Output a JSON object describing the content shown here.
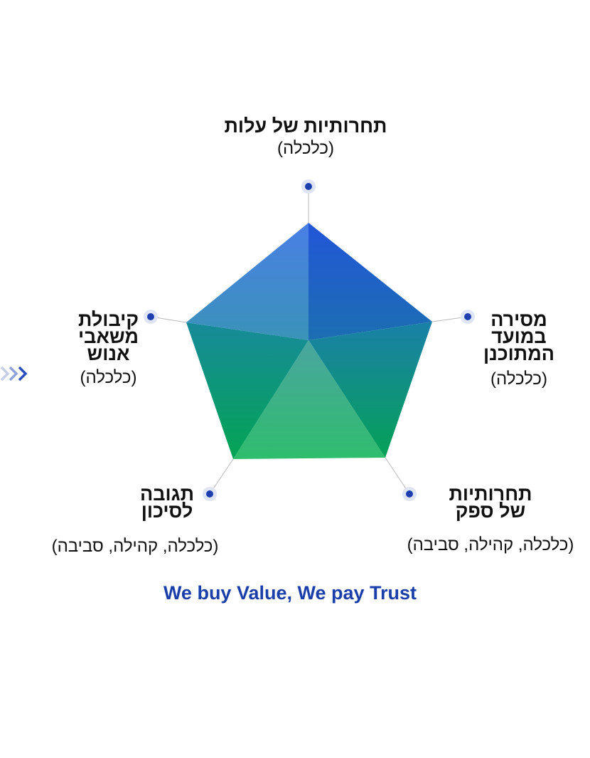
{
  "axes": [
    {
      "id": "cost-competitiveness",
      "title_lines": [
        "תחרותיות של עלות"
      ],
      "sub": "(כלכלה)"
    },
    {
      "id": "on-time-delivery",
      "title_lines": [
        "מסירה",
        "במועד",
        "המתוכנן"
      ],
      "sub": "(כלכלה)"
    },
    {
      "id": "supplier-competitiveness",
      "title_lines": [
        "תחרותיות",
        "של ספק"
      ],
      "sub": "(כלכלה, קהילה, סביבה)"
    },
    {
      "id": "risk-response",
      "title_lines": [
        "תגובה",
        "לסיכון"
      ],
      "sub": "(כלכלה, קהילה, סביבה)"
    },
    {
      "id": "human-resources-acceptance",
      "title_lines": [
        "קיבולת",
        "משאבי",
        "אנוש"
      ],
      "sub": "(כלכלה)"
    }
  ],
  "tagline": "We buy Value, We pay Trust",
  "colors": {
    "accent_blue": "#1b3fa8",
    "pentagon_top": "#2f66dd",
    "pentagon_bottom": "#07a55a",
    "inner_bottom": "#35ba73",
    "dot_fill": "#1e3fae",
    "dot_halo": "#dfe5f4",
    "axis_line": "#b9b9b9"
  },
  "decor": {
    "chevrons_icon": "triple-chevron-right-icon"
  }
}
